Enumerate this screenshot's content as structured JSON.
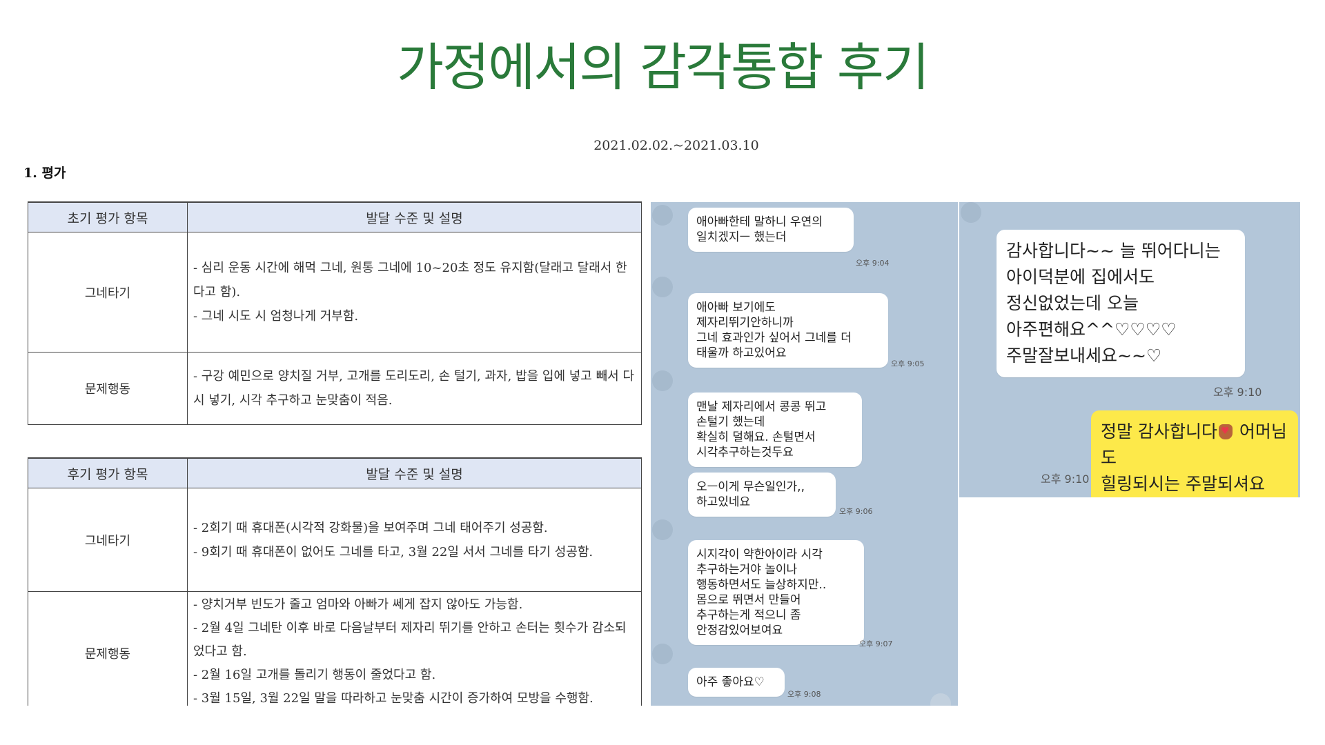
{
  "title": "가정에서의 감각통합 후기",
  "date_range": "2021.02.02.~2021.03.10",
  "section": "1. 평가",
  "table1": {
    "headers": [
      "초기 평가 항목",
      "발달 수준 및 설명"
    ],
    "rows": [
      {
        "item": "그네타기",
        "lines": [
          "- 심리 운동 시간에 해먹 그네, 원통 그네에 10~20초 정도 유지함(달래고 달래서 한다고 함).",
          "- 그네 시도 시 엄청나게 거부함."
        ]
      },
      {
        "item": "문제행동",
        "lines": [
          "- 구강 예민으로 양치질 거부, 고개를 도리도리, 손 털기, 과자, 밥을 입에 넣고 빼서 다시 넣기, 시각 추구하고 눈맞춤이 적음."
        ]
      }
    ]
  },
  "table2": {
    "headers": [
      "후기 평가 항목",
      "발달 수준 및 설명"
    ],
    "rows": [
      {
        "item": "그네타기",
        "lines": [
          "- 2회기 때 휴대폰(시각적 강화물)을 보여주며 그네 태어주기 성공함.",
          "- 9회기 때 휴대폰이 없어도 그네를 타고, 3월 22일 서서 그네를 타기 성공함."
        ]
      },
      {
        "item": "문제행동",
        "lines": [
          "- 양치거부 빈도가 줄고 엄마와 아빠가 쎄게 잡지 않아도 가능함.",
          "- 2월 4일 그네탄 이후 바로 다음날부터 제자리 뛰기를 안하고 손터는 횟수가 감소되었다고 함.",
          "- 2월 16일 고개를 돌리기 행동이 줄었다고 함.",
          "- 3월 15일, 3월 22일 말을 따라하고 눈맞춤 시간이 증가하여 모방을 수행함."
        ]
      }
    ]
  },
  "chat_left": [
    {
      "text": "애아빠한테 말하니 우연의\n일치겠지ㅡ 했는더",
      "time": "오후 9:04"
    },
    {
      "text": "애아빠 보기에도\n제자리뛰기안하니까\n그네 효과인가 싶어서 그네를 더\n태울까 하고있어요",
      "time": "오후 9:05"
    },
    {
      "text": "맨날 제자리에서 콩콩 뛰고\n손털기 했는데\n확실히 덜해요. 손털면서\n시각추구하는것두요",
      "time": ""
    },
    {
      "text": "오ㅡ이게 무슨일인가,,\n하고있네요",
      "time": "오후 9:06"
    },
    {
      "text": "시지각이 약한아이라 시각\n추구하는거야 놀이나\n행동하면서도 늘상하지만..\n몸으로 뛰면서 만들어\n추구하는게 적으니 좀\n안정감있어보여요",
      "time": "오후 9:07"
    },
    {
      "text": "아주 좋아요♡",
      "time": "오후 9:08"
    }
  ],
  "chat_right": [
    {
      "text": "감사합니다~~ 늘 뛰어다니는\n아이덕분에 집에서도\n정신없었는데 오늘\n아주편해요^^♡♡♡♡\n주말잘보내세요~~♡",
      "time": "오후 9:10"
    },
    {
      "text_before": "정말 감사합니다",
      "text_after": " 어머님도\n힐링되시는 주말되셔요^^",
      "time": "오후 9:10"
    }
  ]
}
